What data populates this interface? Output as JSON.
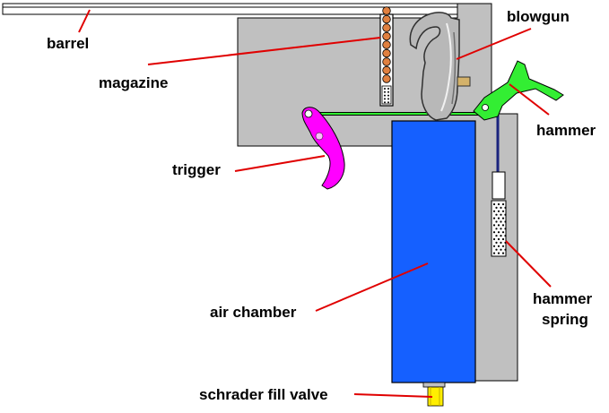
{
  "labels": {
    "barrel": "barrel",
    "magazine": "magazine",
    "blowgun": "blowgun",
    "hammer": "hammer",
    "trigger": "trigger",
    "air_chamber": "air chamber",
    "hammer_spring_line1": "hammer",
    "hammer_spring_line2": "spring",
    "schrader": "schrader fill valve"
  },
  "colors": {
    "background": "#ffffff",
    "body_gray": "#c0c0c0",
    "air_chamber": "#1560ff",
    "trigger": "#ff00ff",
    "hammer": "#33ee33",
    "leader": "#e00000",
    "magazine_balls": "#e08040",
    "valve": "#ffee00",
    "blowgun": "#b8b8b8"
  }
}
